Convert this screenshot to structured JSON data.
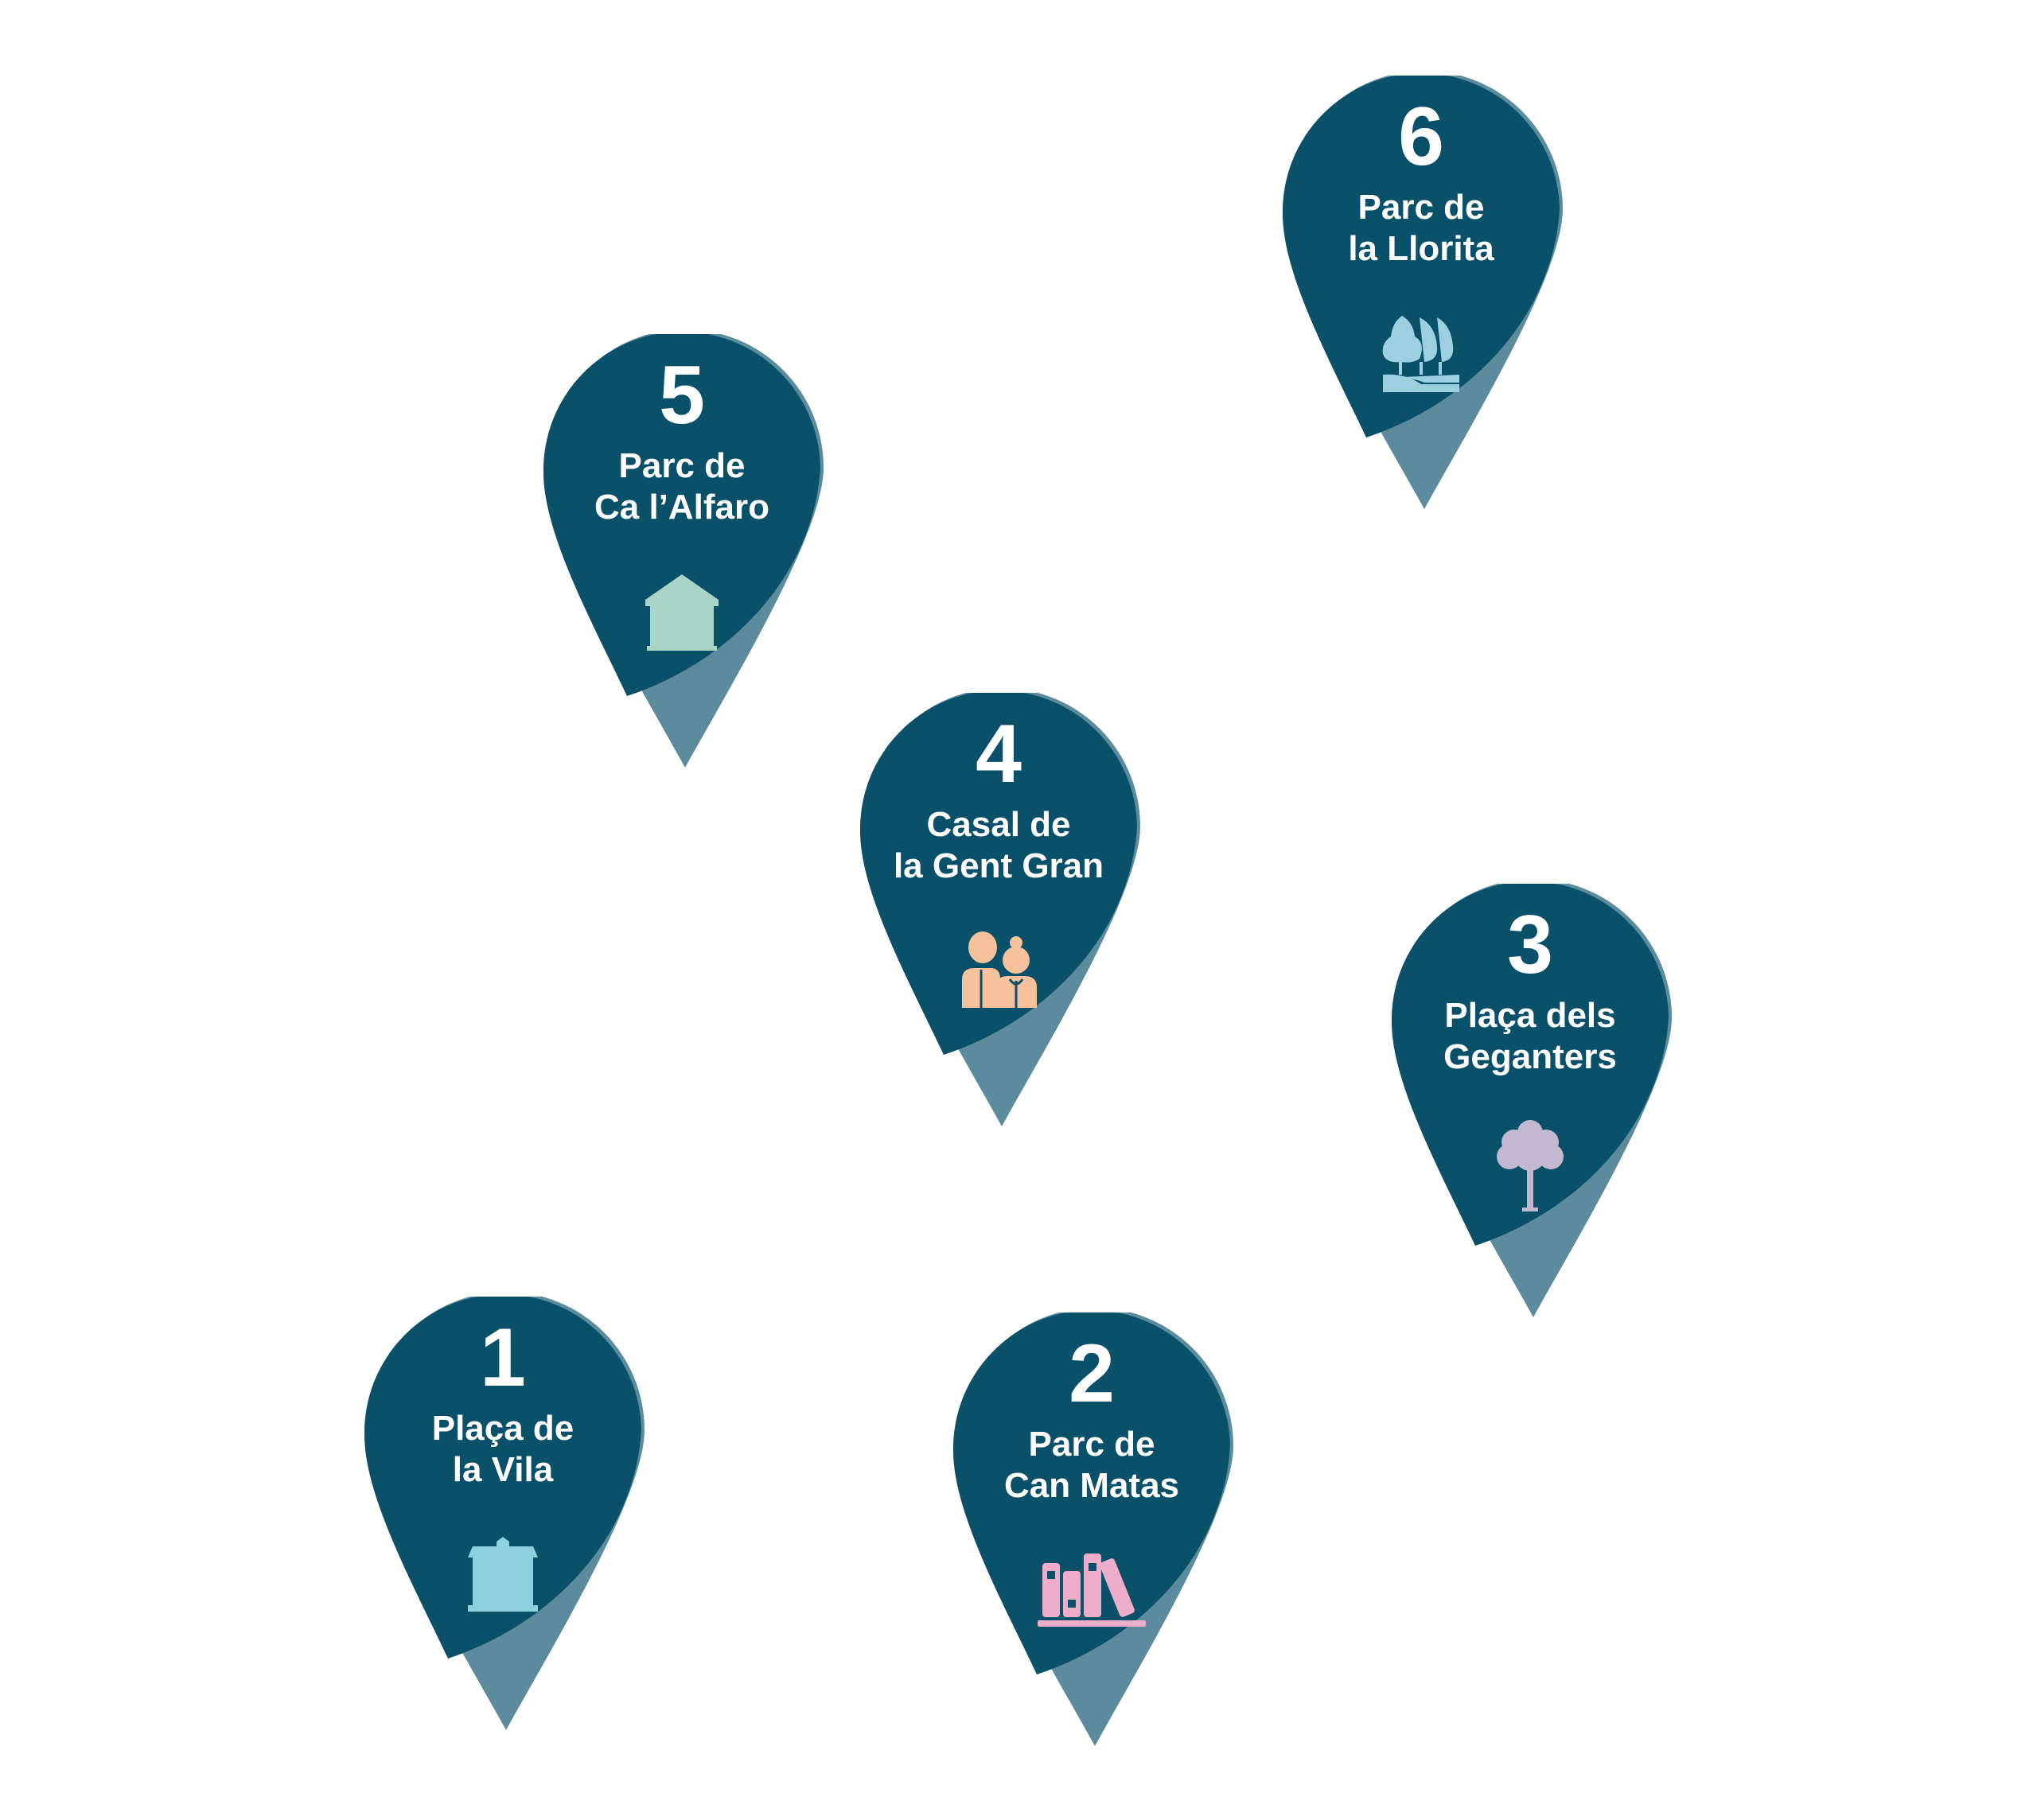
{
  "colors": {
    "pin_dark": "#0a5069",
    "pin_light": "#5b8b9c",
    "text": "#ffffff"
  },
  "pins": [
    {
      "number": "1",
      "line1": "Plaça de",
      "line2": "la Vila",
      "icon": "town-hall-icon",
      "icon_color": "#8fd0e0"
    },
    {
      "number": "2",
      "line1": "Parc de",
      "line2": "Can Matas",
      "icon": "books-icon",
      "icon_color": "#eeaecb"
    },
    {
      "number": "3",
      "line1": "Plaça dels",
      "line2": "Geganters",
      "icon": "tree-icon",
      "icon_color": "#c2b8cf"
    },
    {
      "number": "4",
      "line1": "Casal de",
      "line2": "la Gent Gran",
      "icon": "elderly-people-icon",
      "icon_color": "#f6c29c"
    },
    {
      "number": "5",
      "line1": "Parc de",
      "line2": "Ca l’Alfaro",
      "icon": "house-icon",
      "icon_color": "#a8d5c8"
    },
    {
      "number": "6",
      "line1": "Parc de",
      "line2": "la Llorita",
      "icon": "park-trees-icon",
      "icon_color": "#9ccfdf"
    }
  ]
}
